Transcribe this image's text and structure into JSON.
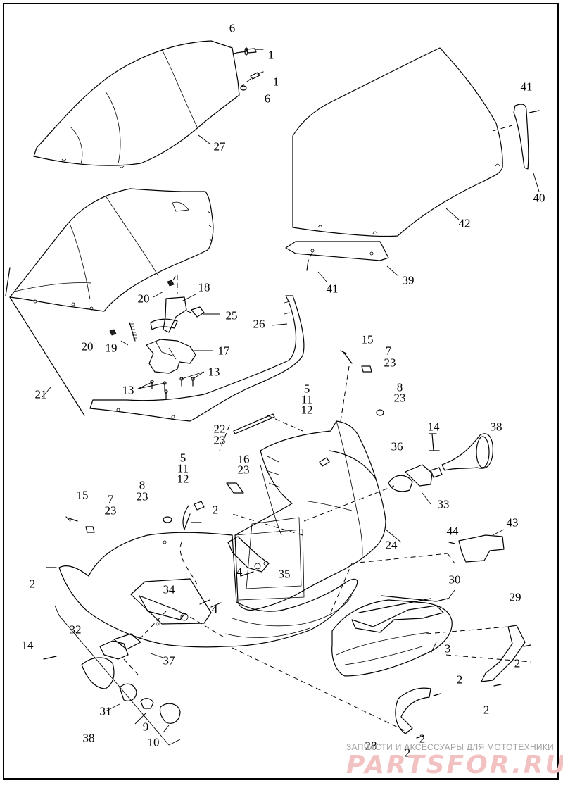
{
  "callouts": [
    "6",
    "1",
    "1",
    "6",
    "27",
    "41",
    "40",
    "42",
    "39",
    "41",
    "18",
    "20",
    "25",
    "26",
    "20",
    "19",
    "17",
    "13",
    "13",
    "21",
    "15",
    "7",
    "23",
    "5",
    "11",
    "12",
    "8",
    "23",
    "14",
    "38",
    "22",
    "23",
    "16",
    "23",
    "36",
    "33",
    "5",
    "11",
    "12",
    "8",
    "23",
    "2",
    "15",
    "7",
    "23",
    "24",
    "43",
    "44",
    "4",
    "35",
    "2",
    "34",
    "4",
    "30",
    "29",
    "32",
    "14",
    "37",
    "3",
    "2",
    "2",
    "2",
    "31",
    "9",
    "10",
    "38",
    "28",
    "2",
    "2"
  ],
  "watermark": {
    "caption": "ЗАПЧАСТИ И АКСЕССУАРЫ ДЛЯ МОТОТЕХНИКИ",
    "logo": "PARTSFOR.RU"
  }
}
